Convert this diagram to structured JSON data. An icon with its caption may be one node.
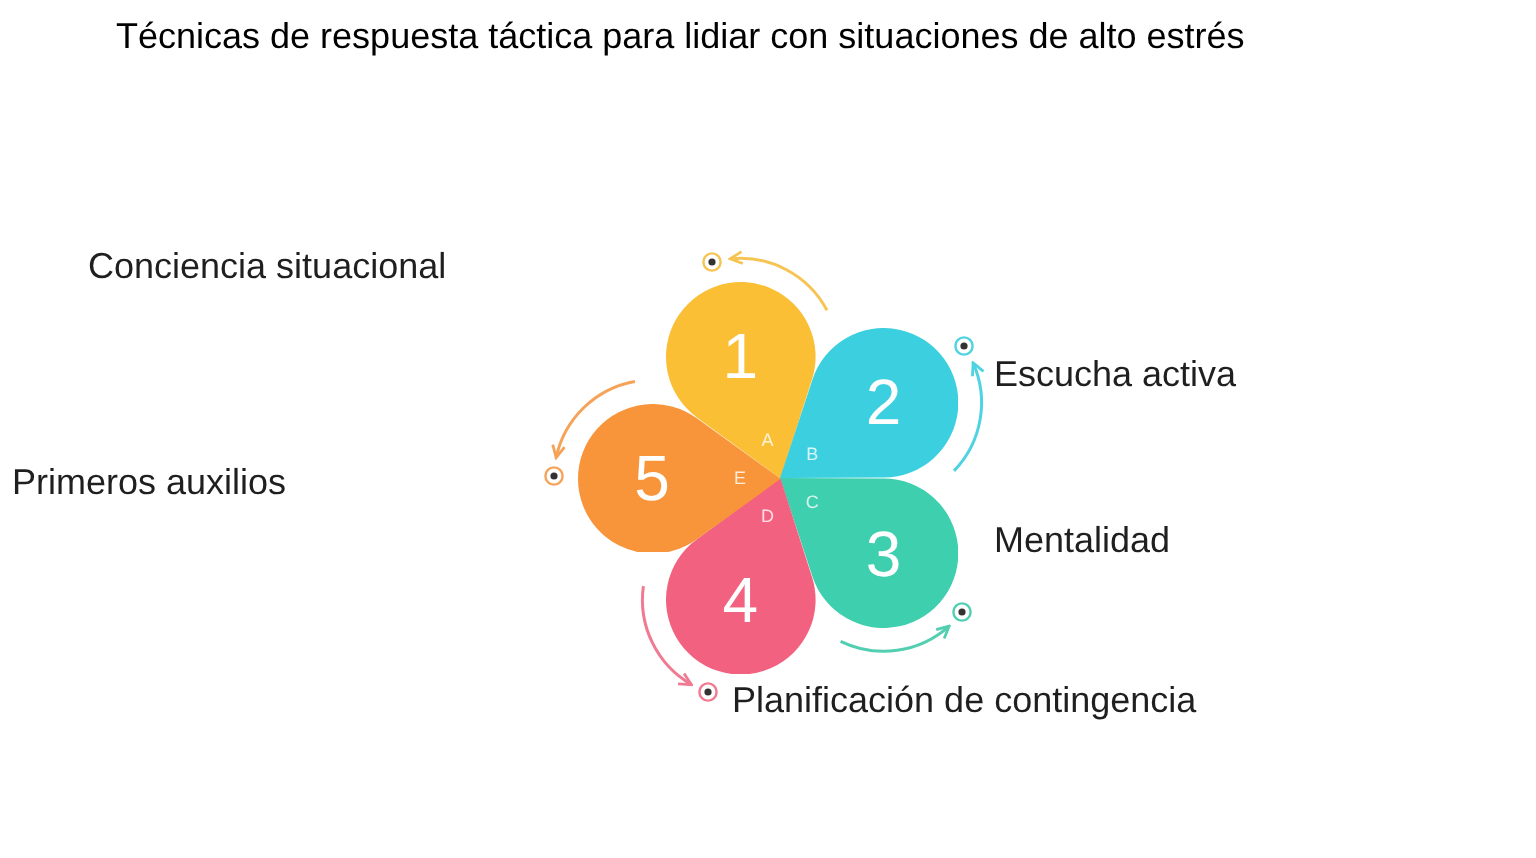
{
  "diagram": {
    "title": "Técnicas de respuesta táctica para lidiar con situaciones de alto estrés",
    "nodes": [
      {
        "text": [
          "1",
          "A"
        ]
      },
      {
        "text": [
          "2",
          "B"
        ],
        "beside": [
          "Escucha activa"
        ]
      },
      {
        "text": [
          "3",
          "C"
        ],
        "beside": [
          "Mentalidad"
        ]
      },
      {
        "text": [
          "4",
          "D"
        ],
        "beside": [
          "Planificación de contingencia"
        ]
      },
      {
        "text": [
          "5",
          "E"
        ]
      }
    ],
    "labels": [
      "Conciencia situacional",
      "Primeros auxilios"
    ]
  }
}
